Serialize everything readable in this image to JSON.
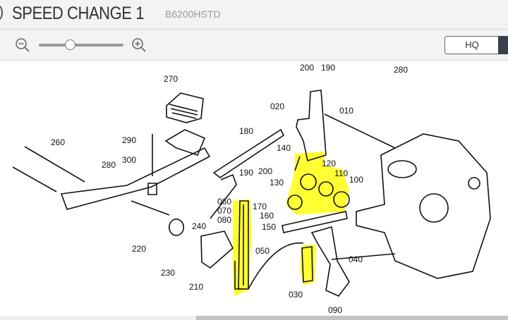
{
  "header": {
    "title": "SPEED CHANGE 1",
    "model": "B6200HSTD"
  },
  "toolbar": {
    "hq_label": "HQ",
    "zoom_level": 0.35
  },
  "colors": {
    "highlight": "#ffff33",
    "header_bg": "#f2f3f5",
    "dark_button": "#3a414c"
  },
  "callouts": [
    "270",
    "290",
    "300",
    "260",
    "280",
    "180",
    "190",
    "200",
    "140",
    "130",
    "120",
    "110",
    "100",
    "060",
    "070",
    "080",
    "170",
    "160",
    "150",
    "240",
    "220",
    "230",
    "210",
    "050",
    "030",
    "040",
    "090",
    "020",
    "010",
    "200",
    "190",
    "280"
  ]
}
